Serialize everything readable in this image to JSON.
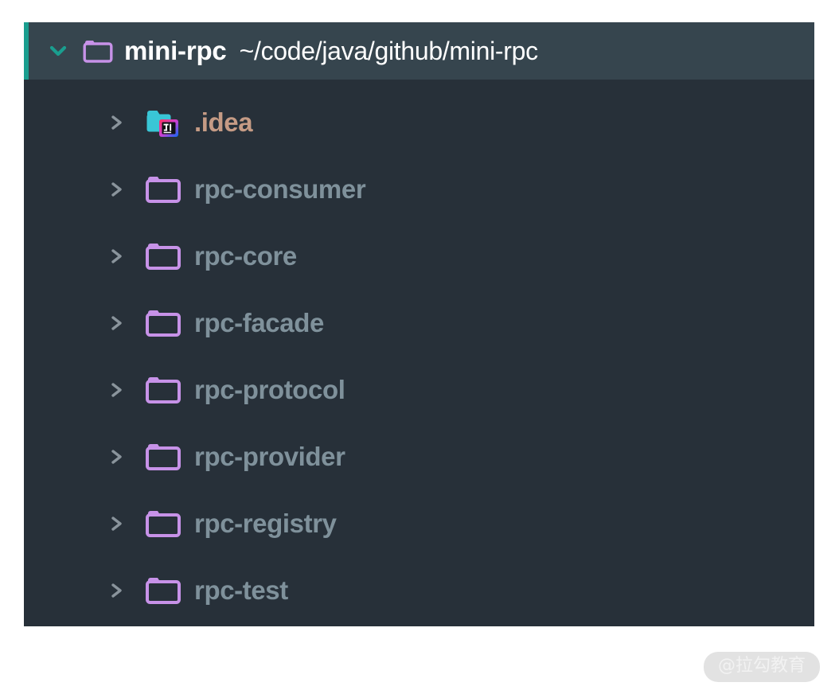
{
  "panel": {
    "name": "project-tree-panel",
    "colors": {
      "panel_bg": "#273039",
      "header_bg": "#36454e",
      "accent_bar": "#1a9e8f",
      "chevron_down": "#1a9e8f",
      "chevron_right": "#8a949c",
      "folder_outline": "#c792e8",
      "idea_folder": "#39c6d6",
      "header_text": "#ffffff",
      "row_text": "#7f919b",
      "idea_text": "#c59b85",
      "page_bg": "#ffffff"
    }
  },
  "header": {
    "expand_state": "expanded",
    "icon": "folder-icon",
    "title": "mini-rpc",
    "path": "~/code/java/github/mini-rpc"
  },
  "tree": {
    "items": [
      {
        "label": ".idea",
        "icon": "folder-intellij-icon",
        "expand_state": "collapsed",
        "style": "accent-idea"
      },
      {
        "label": "rpc-consumer",
        "icon": "folder-icon",
        "expand_state": "collapsed",
        "style": ""
      },
      {
        "label": "rpc-core",
        "icon": "folder-icon",
        "expand_state": "collapsed",
        "style": ""
      },
      {
        "label": "rpc-facade",
        "icon": "folder-icon",
        "expand_state": "collapsed",
        "style": ""
      },
      {
        "label": "rpc-protocol",
        "icon": "folder-icon",
        "expand_state": "collapsed",
        "style": ""
      },
      {
        "label": "rpc-provider",
        "icon": "folder-icon",
        "expand_state": "collapsed",
        "style": ""
      },
      {
        "label": "rpc-registry",
        "icon": "folder-icon",
        "expand_state": "collapsed",
        "style": ""
      },
      {
        "label": "rpc-test",
        "icon": "folder-icon",
        "expand_state": "collapsed",
        "style": ""
      }
    ]
  },
  "watermark": {
    "text": "@拉勾教育"
  }
}
